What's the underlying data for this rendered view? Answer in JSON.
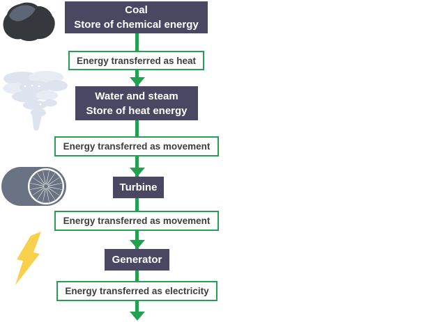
{
  "colors": {
    "box_bg": "#4a4762",
    "box_text": "#ffffff",
    "green": "#23a150",
    "label_text": "#3d3d3d",
    "coal_dark": "#35383d",
    "coal_highlight": "#5d6677",
    "steam_light": "#dde4ef",
    "steam_lighter": "#e7ebf4",
    "turbine_gray": "#6a7383",
    "lightning_yellow": "#f9d04b"
  },
  "diagram": {
    "stages": [
      {
        "label_line1": "Coal",
        "label_line2": "Store of chemical energy",
        "icon": "coal-icon"
      },
      {
        "label_line1": "Water and steam",
        "label_line2": "Store of heat energy",
        "icon": "steam-icon"
      },
      {
        "label_line1": "Turbine",
        "icon": "turbine-icon"
      },
      {
        "label_line1": "Generator",
        "icon": "lightning-icon"
      }
    ],
    "transfers": [
      {
        "label": "Energy transferred as heat"
      },
      {
        "label": "Energy transferred as movement"
      },
      {
        "label": "Energy transferred as movement"
      },
      {
        "label": "Energy transferred as electricity"
      }
    ]
  }
}
